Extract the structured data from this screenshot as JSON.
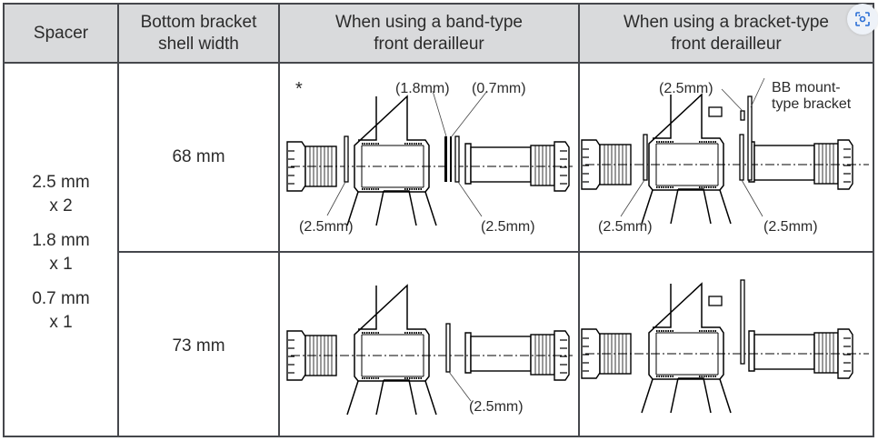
{
  "table": {
    "headers": [
      "Spacer",
      "Bottom bracket\nshell width",
      "When using a band-type\nfront derailleur",
      "When using a bracket-type\nfront derailleur"
    ],
    "spacer_list": [
      {
        "size": "2.5 mm",
        "qty": "x 2"
      },
      {
        "size": "1.8 mm",
        "qty": "x 1"
      },
      {
        "size": "0.7 mm",
        "qty": "x 1"
      }
    ],
    "rows": [
      {
        "shell_width": "68 mm",
        "band_type": {
          "marker": "*",
          "labels": [
            "(1.8mm)",
            "(0.7mm)",
            "(2.5mm)",
            "(2.5mm)"
          ]
        },
        "bracket_type": {
          "labels": [
            "(2.5mm)",
            "BB mount-",
            "type bracket",
            "(2.5mm)",
            "(2.5mm)"
          ]
        }
      },
      {
        "shell_width": "73 mm",
        "band_type": {
          "labels": [
            "(2.5mm)"
          ]
        },
        "bracket_type": {
          "labels": []
        }
      }
    ]
  },
  "overlay": {
    "icon": "visual-lookup-icon"
  }
}
